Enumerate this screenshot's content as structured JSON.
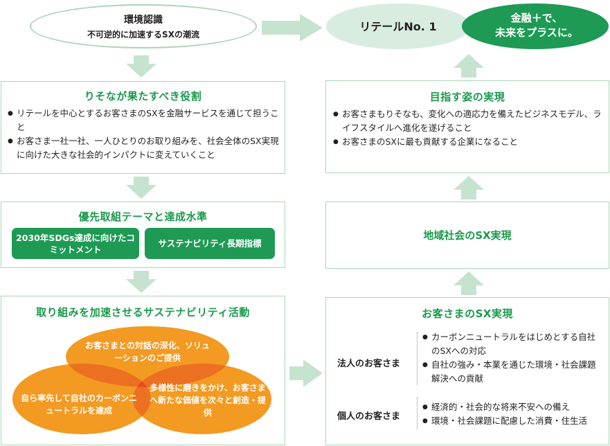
{
  "awareness": {
    "title": "環境認識",
    "subtitle": "不可逆的に加速するSXの潮流"
  },
  "retail": {
    "label": "リテールNo. 1"
  },
  "finance": {
    "line1": "金融＋で、",
    "line2": "未来をプラスに。"
  },
  "role": {
    "title": "りそなが果たすべき役割",
    "items": [
      "リテールを中心とするお客さまのSXを金融サービスを通じて担うこと",
      "お客さま一社一社、一人ひとりのお取り組みを、社会全体のSX実現に向けた大きな社会的インパクトに変えていくこと"
    ]
  },
  "priority": {
    "title": "優先取組テーマと達成水準",
    "pill1": "2030年SDGs達成に向けたコミットメント",
    "pill2": "サステナビリティ長期指標"
  },
  "activities": {
    "title": "取り組みを加速させるサステナビリティ活動",
    "top": "お客さまとの対話の深化、ソリューションのご提供",
    "left": "自ら率先して自社のカーボンニュートラルを達成",
    "right": "多様性に磨きをかけ、お客さまへ新たな価値を次々と創造・提供"
  },
  "goal": {
    "title": "目指す姿の実現",
    "items": [
      "お客さまもりそなも、変化への適応力を備えたビジネスモデル、ライフスタイルへ進化を遂げること",
      "お客さまのSXに最も貢献する企業になること"
    ]
  },
  "regional": {
    "title": "地域社会のSX実現"
  },
  "customer": {
    "title": "お客さまのSX実現",
    "corporate": {
      "label": "法人のお客さま",
      "items": [
        "カーボンニュートラルをはじめとする自社のSXへの対応",
        "自社の強み・本業を通じた環境・社会課題解決への貢献"
      ]
    },
    "individual": {
      "label": "個人のお客さま",
      "items": [
        "経済的・社会的な将来不安への備え",
        "環境・社会課題に配慮した消費・住生活"
      ]
    }
  },
  "colors": {
    "green": "#1e9a55",
    "light_green": "#d8ede0",
    "border": "#a8d6b6",
    "orange": "#f39a22",
    "orange_overlap": "#ea5a24",
    "arrow": "#c6e3cf"
  }
}
